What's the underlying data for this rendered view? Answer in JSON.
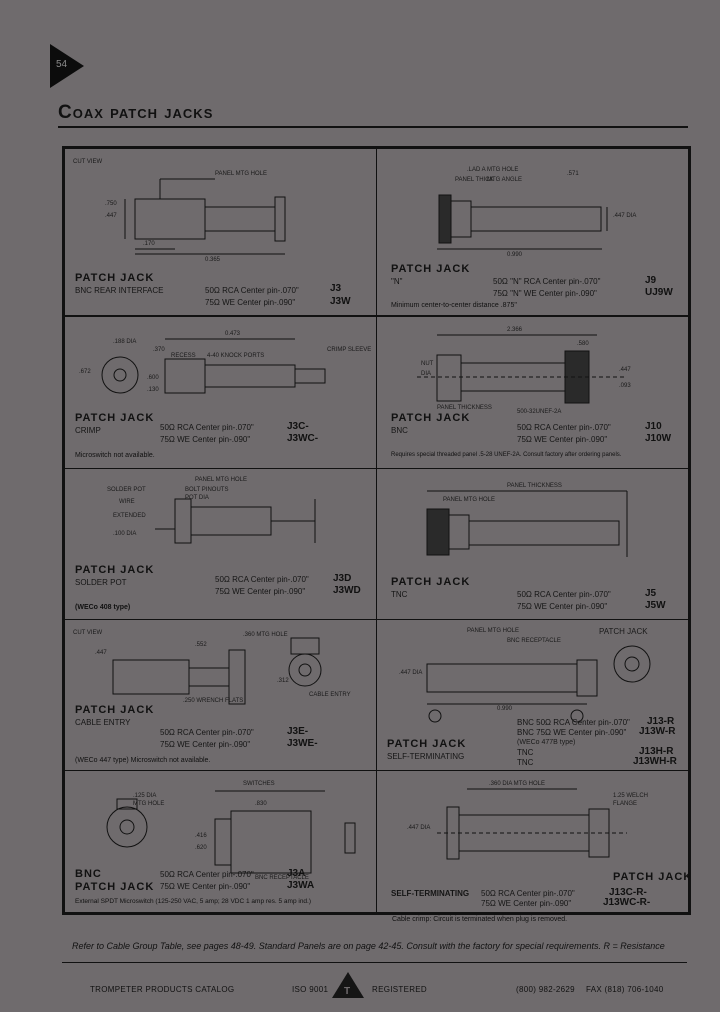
{
  "page_number": "54",
  "title": "Coax patch jacks",
  "cells": [
    {
      "dims": [
        "CUT VIEW",
        ".750",
        ".447",
        ".170",
        "PANEL MTG HOLE",
        "0.365"
      ],
      "heading": "PATCH JACK",
      "sub": "BNC REAR INTERFACE",
      "lines": [
        {
          "spec": "50Ω RCA Center pin-.070\"",
          "code": "J3"
        },
        {
          "spec": "75Ω WE Center pin-.090\"",
          "code": "J3W"
        }
      ],
      "note": ""
    },
    {
      "dims": [
        ".LAD A MTG HOLE",
        "PANEL THICK",
        "MTG ANGLE",
        ".571",
        ".447 DIA",
        "0.990"
      ],
      "heading": "PATCH JACK",
      "sub": "\"N\"",
      "lines": [
        {
          "spec": "50Ω \"N\" RCA Center pin-.070\"",
          "code": "J9"
        },
        {
          "spec": "75Ω \"N\" WE Center pin-.090\"",
          "code": "UJ9W"
        }
      ],
      "note": "Minimum center-to-center distance .875\""
    },
    {
      "dims": [
        ".188 DIA",
        ".370",
        "0.473",
        "RECESS",
        "4-40 KNOCK PORTS",
        "CRIMP SLEEVE",
        ".672",
        ".600",
        ".130"
      ],
      "heading": "PATCH JACK",
      "sub": "CRIMP",
      "lines": [
        {
          "spec": "50Ω RCA Center pin-.070\"",
          "code": "J3C-"
        },
        {
          "spec": "75Ω WE Center pin-.090\"",
          "code": "J3WC-"
        }
      ],
      "note": "Microswitch not available."
    },
    {
      "dims": [
        "2.366",
        ".580",
        "NUT",
        "DIA",
        "PANEL THICKNESS",
        "500-32UNEF-2A",
        ".447",
        ".093"
      ],
      "heading": "PATCH JACK",
      "sub": "BNC",
      "lines": [
        {
          "spec": "50Ω RCA Center pin-.070\"",
          "code": "J10"
        },
        {
          "spec": "75Ω WE Center pin-.090\"",
          "code": "J10W"
        }
      ],
      "note": "Requires special threaded panel .5-28 UNEF-2A. Consult factory after ordering panels."
    },
    {
      "dims": [
        "SOLDER POT",
        "WIRE",
        "EXTENDED",
        "PANEL MTG HOLE",
        "BOLT PINOUTS",
        "POT DIA",
        ".100 DIA"
      ],
      "heading": "PATCH JACK",
      "sub": "SOLDER POT",
      "lines": [
        {
          "spec": "50Ω RCA Center pin-.070\"",
          "code": "J3D"
        },
        {
          "spec": "75Ω WE Center pin-.090\"",
          "code": "J3WD"
        }
      ],
      "note": "(WECo 408 type)"
    },
    {
      "dims": [
        "PANEL MTG HOLE",
        "PANEL THICKNESS"
      ],
      "heading": "PATCH JACK",
      "sub": "TNC",
      "lines": [
        {
          "spec": "50Ω RCA Center pin-.070\"",
          "code": "J5"
        },
        {
          "spec": "75Ω WE Center pin-.090\"",
          "code": "J5W"
        }
      ],
      "note": ""
    },
    {
      "dims": [
        "CUT VIEW",
        ".447",
        ".552",
        ".360 MTG HOLE",
        ".312",
        ".250 WRENCH FLATS",
        "CABLE ENTRY"
      ],
      "heading": "PATCH JACK",
      "sub": "CABLE ENTRY",
      "lines": [
        {
          "spec": "50Ω RCA Center pin-.070\"",
          "code": "J3E-"
        },
        {
          "spec": "75Ω WE Center pin-.090\"",
          "code": "J3WE-"
        }
      ],
      "note": "(WECo 447 type) Microswitch not available."
    },
    {
      "dims": [
        "PANEL MTG HOLE",
        "BNC RECEPTACLE",
        ".447 DIA",
        "0.990",
        "PATCH JACK"
      ],
      "heading": "PATCH JACK",
      "sub": "SELF-TERMINATING",
      "lines": [
        {
          "spec": "BNC 50Ω RCA Center pin-.070\"",
          "code": "J13-R"
        },
        {
          "spec": "BNC 75Ω WE Center pin-.090\"",
          "code": "J13W-R"
        },
        {
          "spec": "(WECo 477B type)",
          "code": ""
        },
        {
          "spec": "TNC",
          "code": "J13H-R"
        },
        {
          "spec": "TNC",
          "code": "J13WH-R"
        }
      ],
      "note": ""
    },
    {
      "dims": [
        ".125 DIA",
        "MTG HOLE",
        "SWITCHES",
        ".830",
        "BNC RECEPTACLE",
        ".416",
        ".620"
      ],
      "heading": "BNC",
      "sub": "PATCH JACK",
      "lines": [
        {
          "spec": "50Ω RCA Center pin-.070\"",
          "code": "J3A"
        },
        {
          "spec": "75Ω WE Center pin-.090\"",
          "code": "J3WA"
        }
      ],
      "note": "External SPDT Microswitch (125-250 VAC, 5 amp; 28 VDC 1 amp res. 5 amp ind.)"
    },
    {
      "dims": [
        ".360 DIA MTG HOLE",
        "1.25 WELCH",
        "FLANGE",
        ".447 DIA"
      ],
      "heading": "PATCH JACK",
      "sub": "SELF-TERMINATING",
      "lines": [
        {
          "spec": "50Ω RCA Center pin-.070\"",
          "code": "J13C-R-"
        },
        {
          "spec": "75Ω WE Center pin-.090\"",
          "code": "J13WC-R-"
        }
      ],
      "note": "Cable crimp: Circuit is terminated when plug is removed."
    }
  ],
  "footnote": "Refer to Cable Group Table, see pages 48-49. Standard Panels are on page 42-45. Consult with the factory for special requirements. R = Resistance",
  "footer": {
    "catalog": "TROMPETER PRODUCTS CATALOG",
    "iso": "ISO 9001",
    "registered": "REGISTERED",
    "logo": "T",
    "phone": "(800) 982-2629",
    "fax": "FAX (818) 706-1040"
  }
}
